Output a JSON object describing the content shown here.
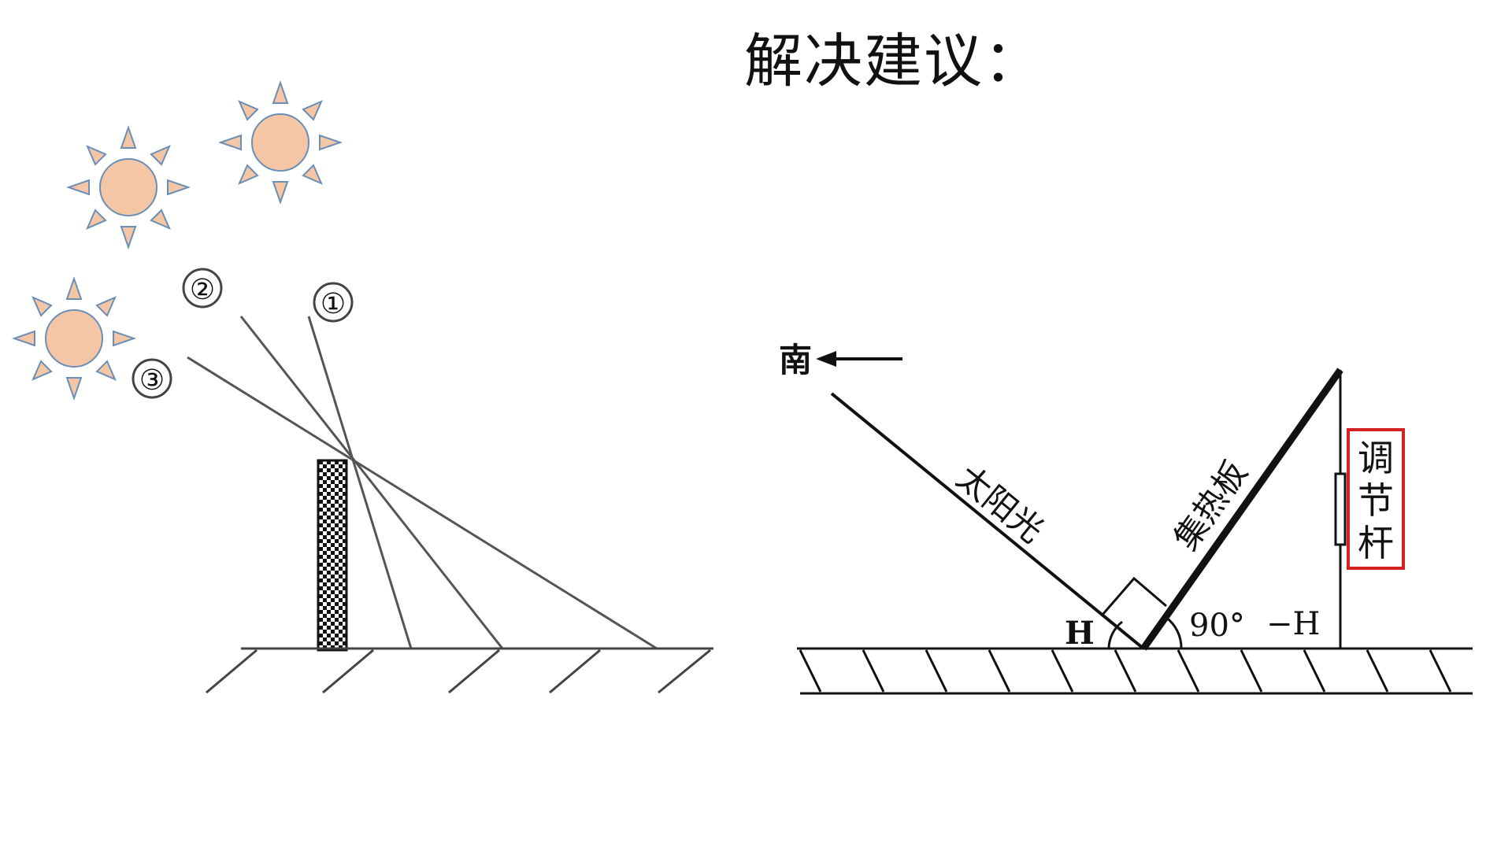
{
  "page": {
    "title": "解决建议："
  },
  "left_diagram": {
    "ray_labels": [
      "②",
      "①",
      "③"
    ],
    "colors": {
      "sun_fill": "#f5c6a5",
      "sun_stroke": "#6a8fb6",
      "line": "#555555"
    }
  },
  "right_diagram": {
    "direction_label": "南",
    "sunlight_label": "太阳光",
    "collector_label": "集热板",
    "angle_h_label": "H",
    "angle_90_label": "90°",
    "angle_minus_h_label": "−H",
    "rod_label_chars": [
      "调",
      "节",
      "杆"
    ],
    "colors": {
      "highlight_box": "#d42020",
      "line": "#111111"
    }
  }
}
